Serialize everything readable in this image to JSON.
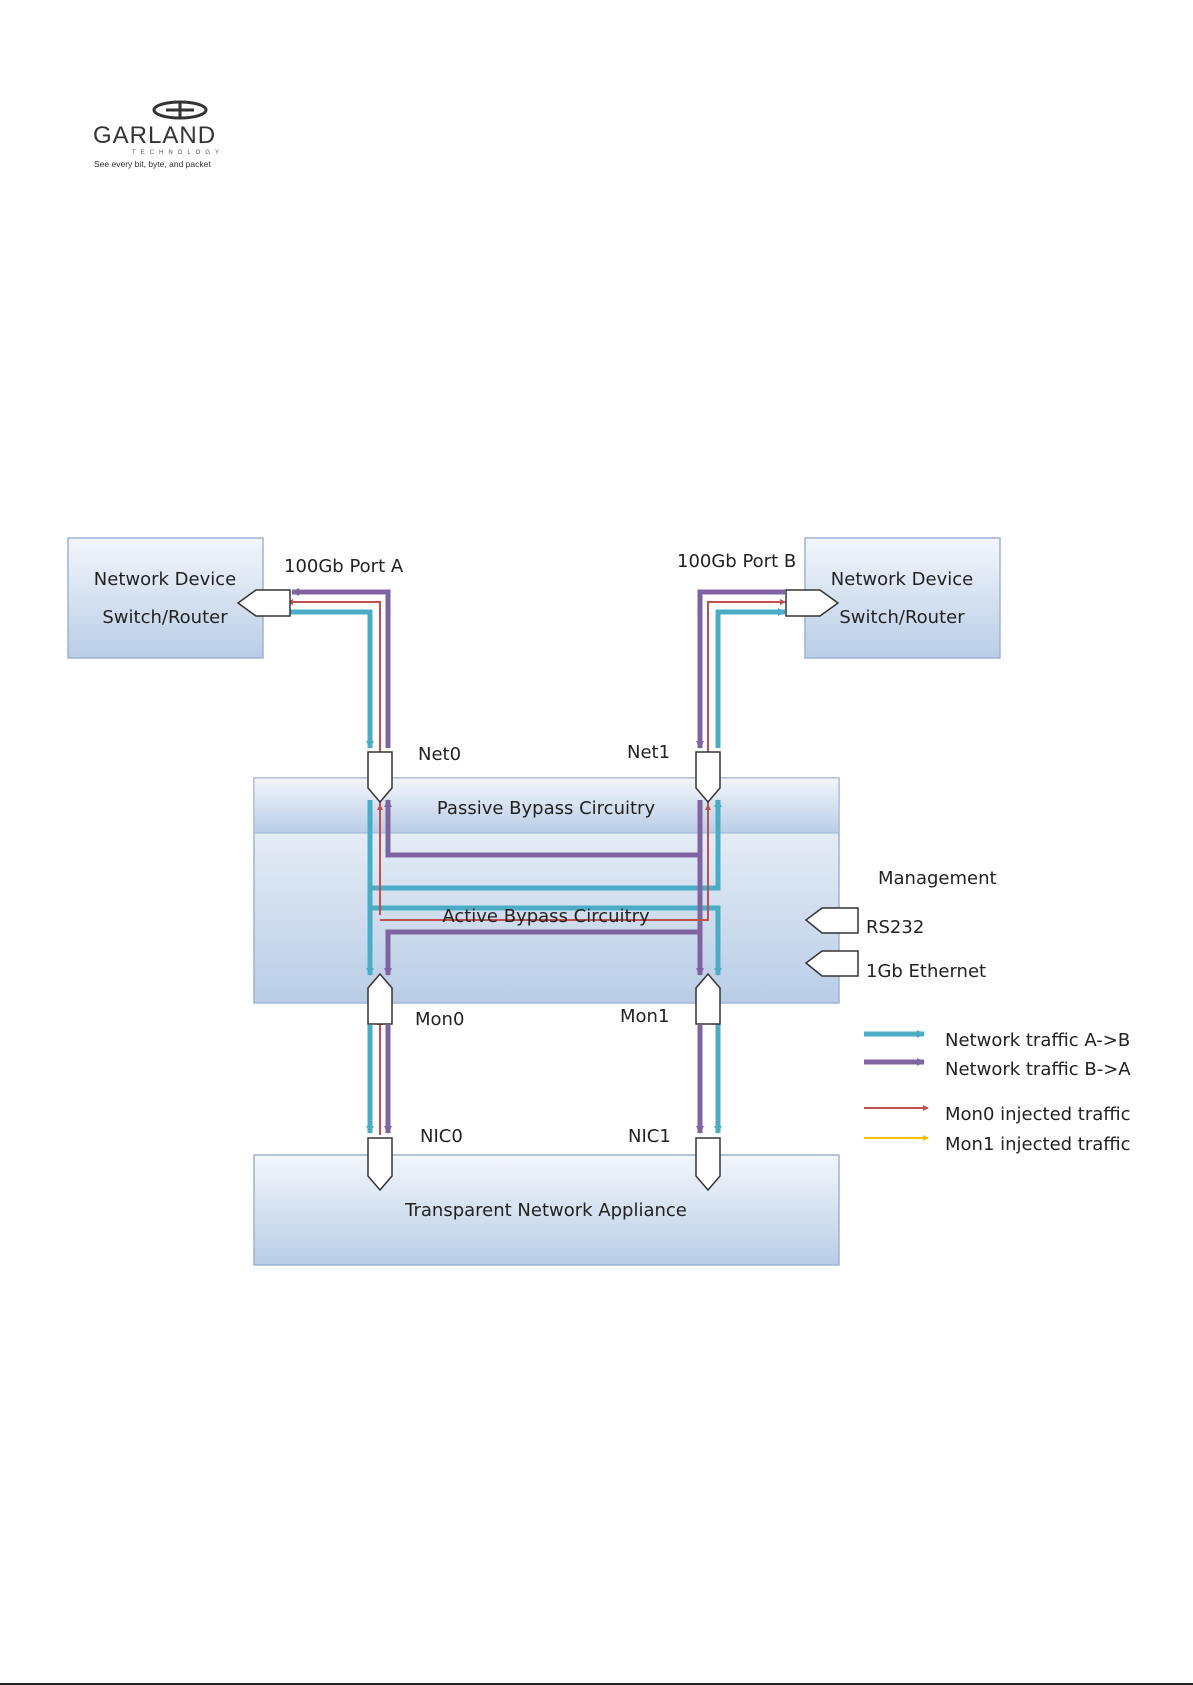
{
  "logo": {
    "name": "GARLAND",
    "sub": "TECHNOLOGY",
    "tagline": "See every bit, byte, and packet"
  },
  "devices": {
    "left_line1": "Network Device",
    "left_line2": "Switch/Router",
    "right_line1": "Network Device",
    "right_line2": "Switch/Router"
  },
  "ports": {
    "a": "100Gb Port A",
    "b": "100Gb Port B",
    "net0": "Net0",
    "net1": "Net1",
    "mon0": "Mon0",
    "mon1": "Mon1",
    "nic0": "NIC0",
    "nic1": "NIC1"
  },
  "blocks": {
    "passive": "Passive Bypass Circuitry",
    "active": "Active Bypass Circuitry",
    "appliance": "Transparent Network Appliance"
  },
  "management": {
    "title": "Management",
    "rs232": "RS232",
    "ethernet": "1Gb Ethernet"
  },
  "legend": [
    {
      "label": "Network traffic A->B",
      "color": "#4bacc6"
    },
    {
      "label": "Network traffic B->A",
      "color": "#8064a2"
    },
    {
      "label": "Mon0 injected traffic",
      "color": "#c0504d"
    },
    {
      "label": "Mon1 injected traffic",
      "color": "#ffc000"
    }
  ]
}
